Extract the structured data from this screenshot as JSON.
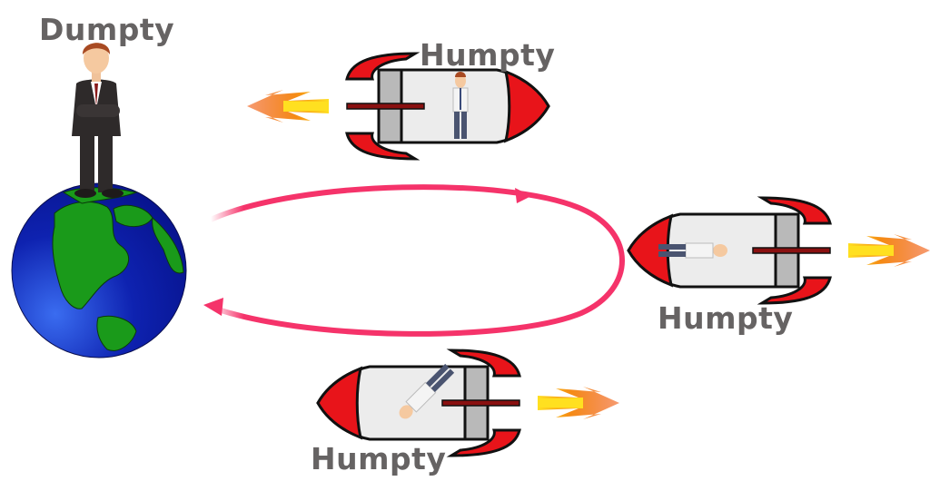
{
  "labels": {
    "earth_person": "Dumpty",
    "rocket_top": "Humpty",
    "rocket_right": "Humpty",
    "rocket_bottom": "Humpty"
  },
  "colors": {
    "label_text": "#666363",
    "orbit_path": "#f5336a",
    "rocket_red": "#e8141a",
    "rocket_body": "#e9e9e9",
    "ocean": "#0a1aa0",
    "land": "#1a9a1a",
    "flame_outer": "#f05a14",
    "flame_inner": "#ffe020"
  },
  "diagram": {
    "description": "Twin paradox: Dumpty stands on Earth while Humpty travels in a rocket along an elliptical round-trip path",
    "nodes": [
      "Dumpty on Earth",
      "Humpty rocket outbound (top)",
      "Humpty rocket turnaround (right)",
      "Humpty rocket return (bottom)"
    ],
    "path": "ellipse from Earth clockwise with arrows indicating outbound and return"
  }
}
